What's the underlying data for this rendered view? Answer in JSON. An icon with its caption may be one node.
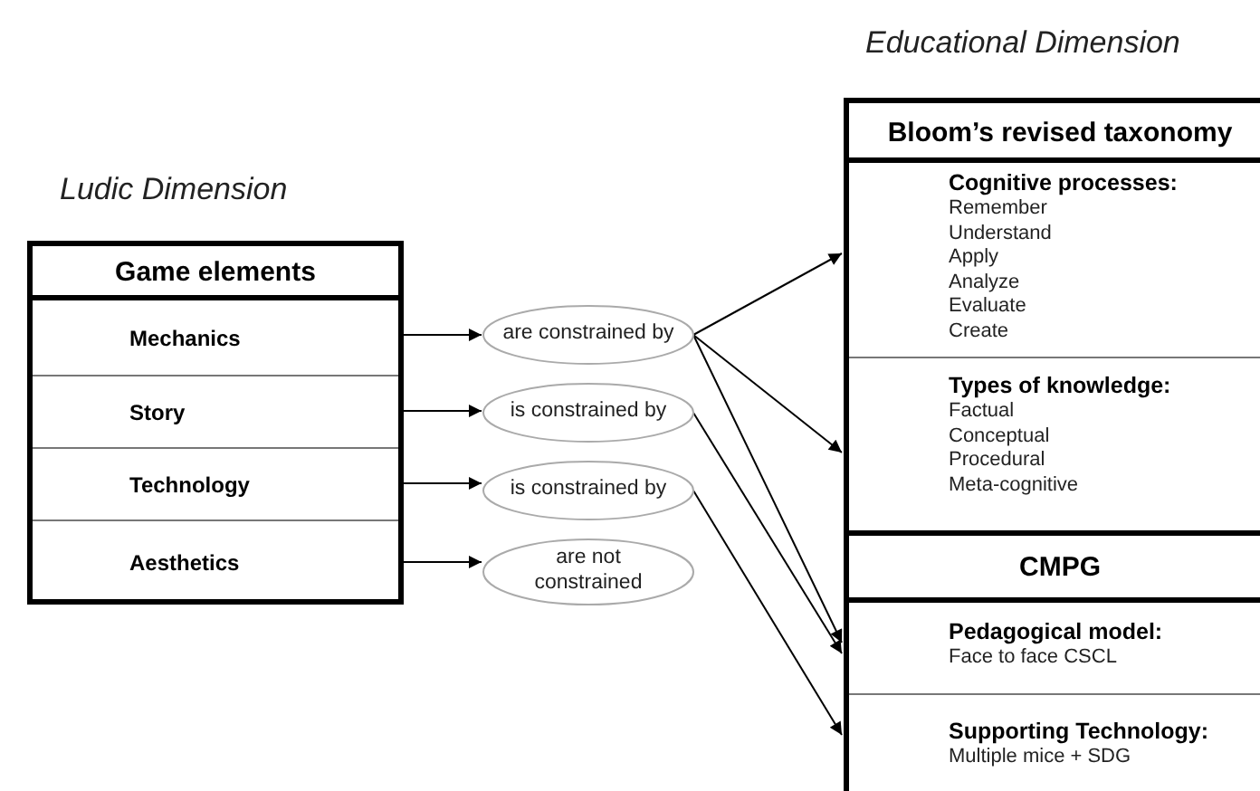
{
  "diagram": {
    "nodes": [
      {
        "text": [
          "Game elements"
        ]
      },
      {
        "text": [
          "Mechanics"
        ],
        "in": 0
      },
      {
        "text": [
          "Story"
        ],
        "in": 0
      },
      {
        "text": [
          "Technology"
        ],
        "in": 0
      },
      {
        "text": [
          "Aesthetics"
        ],
        "in": 0
      },
      {
        "text": [
          "are constrained by"
        ]
      },
      {
        "text": [
          "is constrained by"
        ]
      },
      {
        "text": [
          "is constrained by"
        ]
      },
      {
        "text": [
          "are not constrained"
        ]
      },
      {
        "text": [
          "Bloom’s revised taxonomy"
        ]
      },
      {
        "text": [
          "Cognitive processes:",
          "Remember",
          "Understand",
          "Apply",
          "Analyze",
          "Evaluate",
          "Create"
        ],
        "in": 9
      },
      {
        "text": [
          "Types of knowledge:",
          "Factual",
          "Conceptual",
          "Procedural",
          "Meta-cognitive"
        ],
        "in": 9
      },
      {
        "text": [
          "CMPG"
        ]
      },
      {
        "text": [
          "**Pedagogical model**:",
          "Face to face CSCL"
        ],
        "in": 12
      },
      {
        "text": [
          "**Supporting Technology**:",
          "Multiple mice + SDG"
        ],
        "in": 12
      }
    ],
    "edges": [
      {
        "from": 1,
        "to": 5,
        "arrow": "to"
      },
      {
        "from": 2,
        "to": 6,
        "arrow": "to"
      },
      {
        "from": 3,
        "to": 7,
        "arrow": "to"
      },
      {
        "from": 4,
        "to": 8,
        "arrow": "to"
      },
      {
        "from": 5,
        "to": 10,
        "arrow": "to"
      },
      {
        "from": 5,
        "to": 11,
        "arrow": "to"
      },
      {
        "from": 5,
        "to": 13,
        "arrow": "to"
      },
      {
        "from": 6,
        "to": 13,
        "arrow": "to"
      },
      {
        "from": 7,
        "to": 14,
        "arrow": "to"
      }
    ],
    "labels": [
      "Educational Dimension",
      "Ludic Dimension"
    ]
  }
}
